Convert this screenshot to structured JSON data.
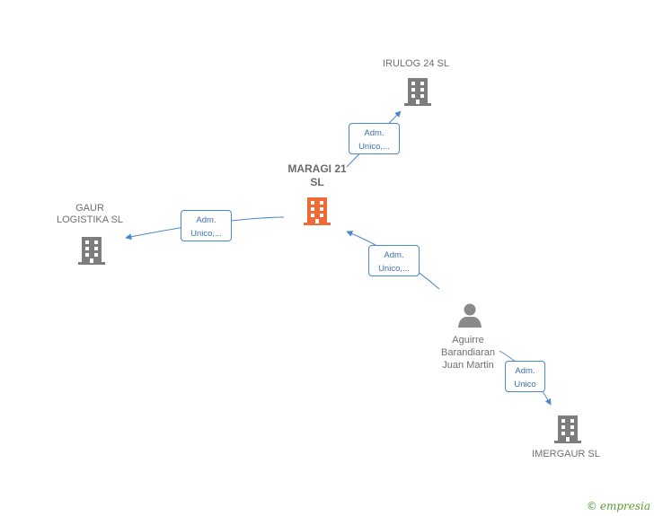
{
  "nodes": {
    "maragi": {
      "lines": [
        "MARAGI 21",
        "SL"
      ],
      "color": "#f06a35"
    },
    "irulog": {
      "lines": [
        "IRULOG 24  SL"
      ],
      "color": "#7d7d7d"
    },
    "gaur": {
      "lines": [
        "GAUR",
        "LOGISTIKA  SL"
      ],
      "color": "#7d7d7d"
    },
    "imergaur": {
      "lines": [
        "IMERGAUR  SL"
      ],
      "color": "#7d7d7d"
    },
    "aguirre": {
      "lines": [
        "Aguirre",
        "Barandiaran",
        "Juan Martin"
      ],
      "color": "#8a8a8a"
    }
  },
  "edges": {
    "maragi_irulog": [
      "Adm.",
      "Unico,..."
    ],
    "maragi_gaur": [
      "Adm.",
      "Unico,..."
    ],
    "aguirre_maragi": [
      "Adm.",
      "Unico,..."
    ],
    "aguirre_imergaur": [
      "Adm.",
      "Unico"
    ]
  },
  "colors": {
    "edge": "#4a86c8"
  },
  "brand": {
    "copyright": "©",
    "name": "empresia"
  }
}
